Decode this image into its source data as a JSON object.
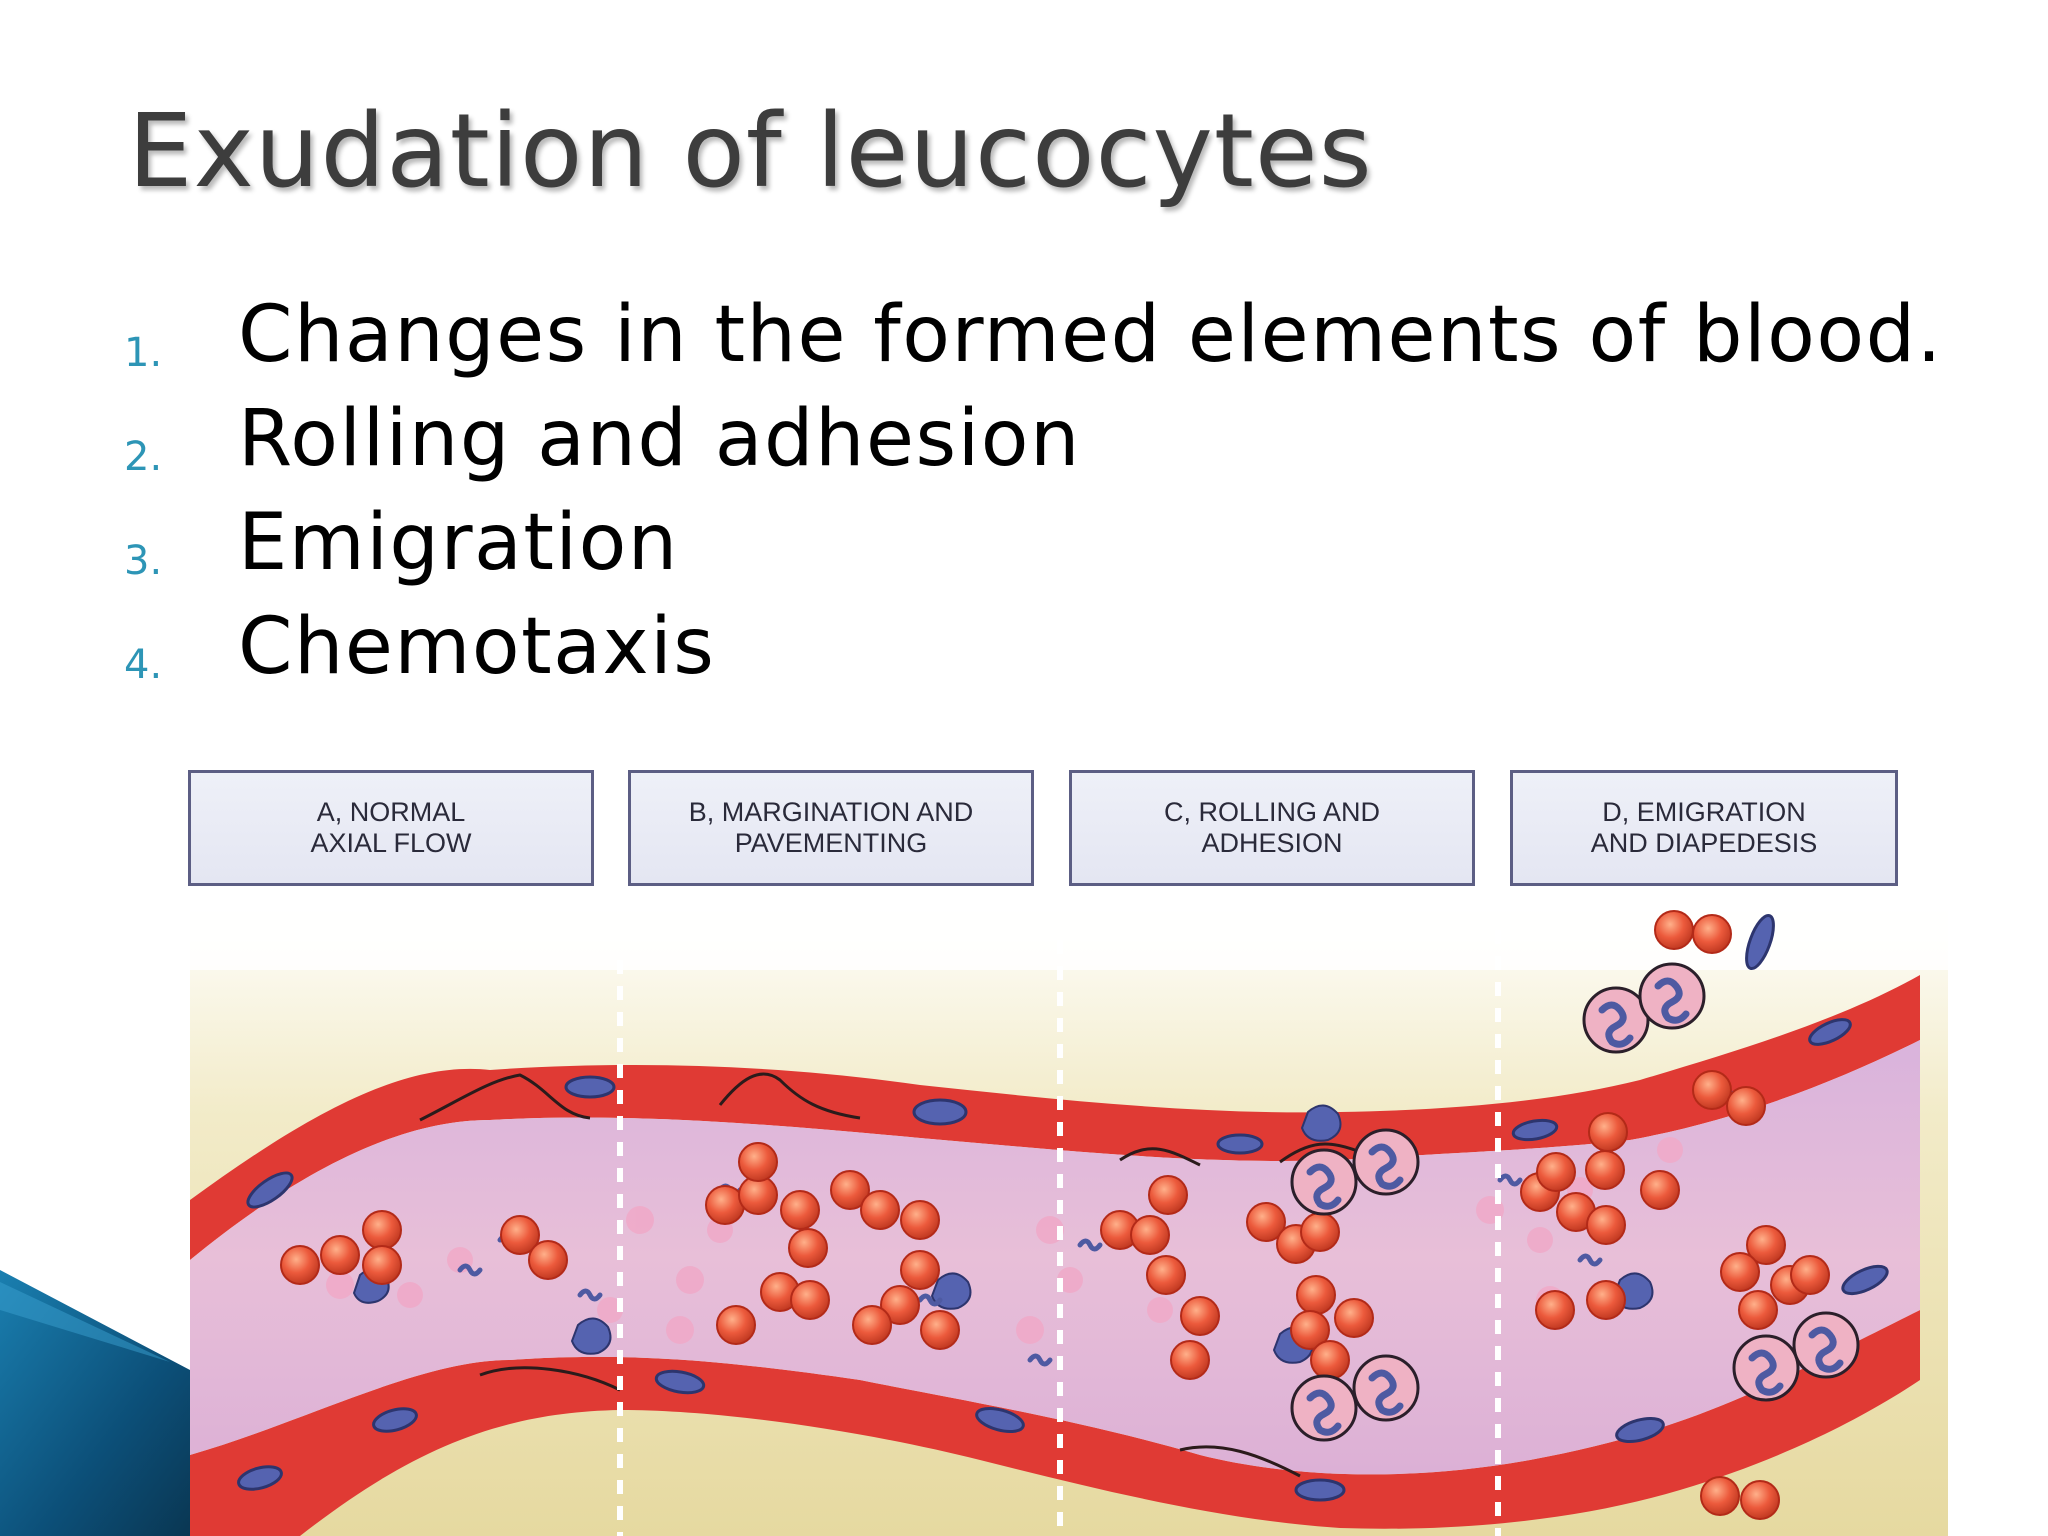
{
  "slide": {
    "title": "Exudation of leucocytes",
    "list": [
      {
        "number": "1.",
        "text": "Changes in the formed elements of blood."
      },
      {
        "number": "2.",
        "text": "Rolling and adhesion"
      },
      {
        "number": "3.",
        "text": "Emigration"
      },
      {
        "number": "4.",
        "text": "Chemotaxis"
      }
    ],
    "accent_color": "#2d95b6"
  },
  "figure": {
    "stages": [
      {
        "label": "A, NORMAL\nAXIAL FLOW"
      },
      {
        "label": "B, MARGINATION AND\nPAVEMENTING"
      },
      {
        "label": "C, ROLLING AND\nADHESION"
      },
      {
        "label": "D, EMIGRATION\nAND DIAPEDESIS"
      }
    ],
    "colors": {
      "vessel_wall": "#e03a34",
      "lumen": "#e3b6d6",
      "red_cell": "#ec5a3c",
      "leucocyte_nucleus": "#4e5aa2",
      "tissue": "#ebe1a8"
    }
  }
}
